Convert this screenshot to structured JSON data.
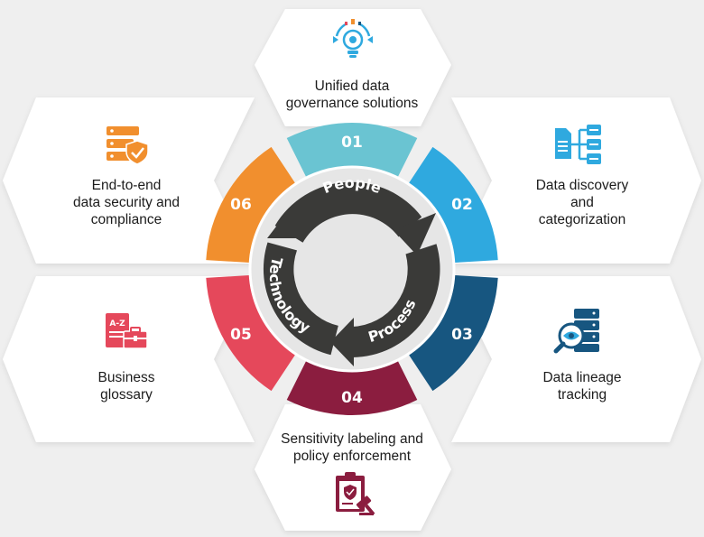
{
  "center": {
    "cycle_words": [
      "People",
      "Process",
      "Technology"
    ]
  },
  "items": [
    {
      "number": "01",
      "lines": [
        "Unified data",
        "governance solutions"
      ],
      "color": "#6ac4d2",
      "icon": "lightbulb-gear-icon"
    },
    {
      "number": "02",
      "lines": [
        "Data discovery",
        "and",
        "categorization"
      ],
      "color": "#2fa9df",
      "icon": "document-hierarchy-icon"
    },
    {
      "number": "03",
      "lines": [
        "Data lineage",
        "tracking"
      ],
      "color": "#175680",
      "icon": "database-eye-icon"
    },
    {
      "number": "04",
      "lines": [
        "Sensitivity labeling and",
        "policy enforcement"
      ],
      "color": "#8b1d3f",
      "icon": "clipboard-gavel-icon"
    },
    {
      "number": "05",
      "lines": [
        "Business",
        "glossary"
      ],
      "color": "#e5485b",
      "icon": "glossary-briefcase-icon"
    },
    {
      "number": "06",
      "lines": [
        "End-to-end",
        "data security and",
        "compliance"
      ],
      "color": "#f18f2e",
      "icon": "server-shield-icon"
    }
  ],
  "colors": {
    "background": "#efefef",
    "card": "#ffffff",
    "hub": "#e8e8e8",
    "cycle": "#3a3a38",
    "accent_blue": "#2fa9df",
    "accent_orange": "#f18f2e",
    "accent_red": "#e5485b",
    "accent_maroon": "#8b1d3f",
    "accent_navy": "#175680"
  }
}
